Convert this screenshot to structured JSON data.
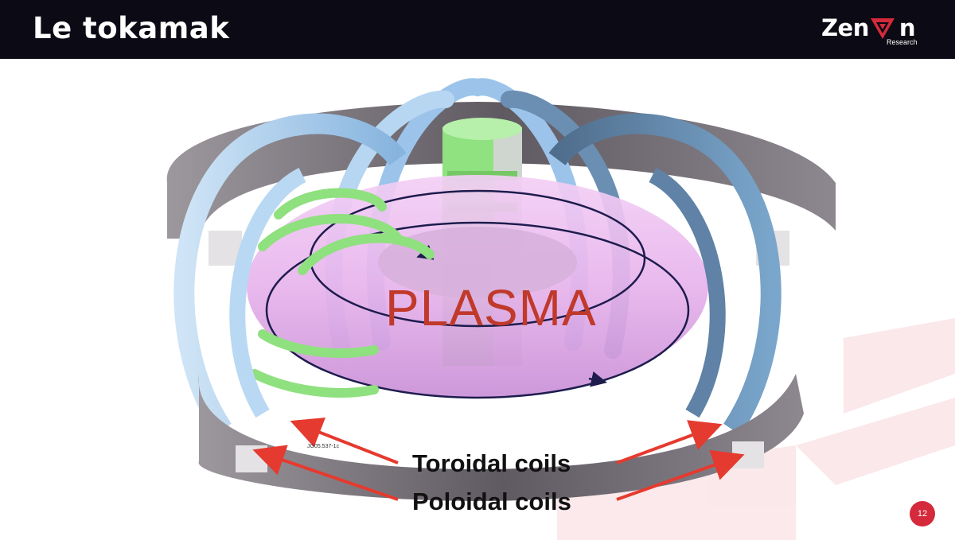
{
  "header": {
    "title": "Le tokamak",
    "logo_text_left": "Zen",
    "logo_text_right": "n",
    "logo_subtext": "Research"
  },
  "diagram": {
    "plasma_label": "PLASMA",
    "toroidal_label": "Toroidal coils",
    "poloidal_label": "Poloidal coils",
    "figure_code": "JG05.537-1c"
  },
  "footer": {
    "page_number": "12"
  },
  "colors": {
    "header_bg": "#0c0a14",
    "accent": "#d42a3c",
    "plasma_text": "#c0392b",
    "arrow": "#e53a2f",
    "toroidal_coil": "#a9cdee",
    "poloidal_coil": "#6f6a70",
    "plasma": "#e7b3ec",
    "central_solenoid": "#8fe07e"
  }
}
